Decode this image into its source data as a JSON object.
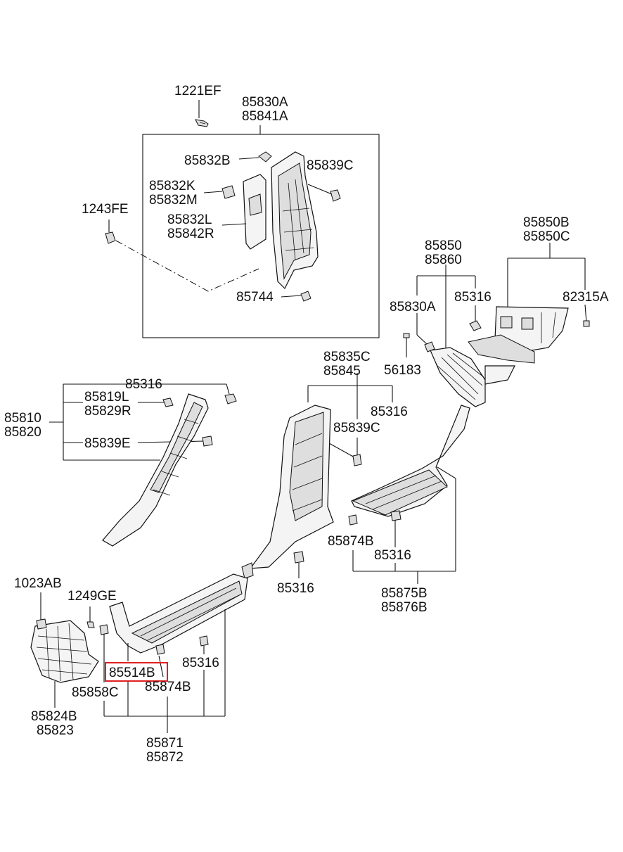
{
  "labels": {
    "l1221EF": "1221EF",
    "l85830A_top": "85830A",
    "l85841A": "85841A",
    "l85832B": "85832B",
    "l85839C_top": "85839C",
    "l85832K": "85832K",
    "l85832M": "85832M",
    "l1243FE": "1243FE",
    "l85832L": "85832L",
    "l85842R": "85842R",
    "l85744": "85744",
    "l85850B": "85850B",
    "l85850C": "85850C",
    "l85850": "85850",
    "l85860": "85860",
    "l85830A_mid": "85830A",
    "l85316_a": "85316",
    "l82315A": "82315A",
    "l56183": "56183",
    "l85835C": "85835C",
    "l85845": "85845",
    "l85316_b": "85316",
    "l85819L": "85819L",
    "l85829R": "85829R",
    "l85810": "85810",
    "l85820": "85820",
    "l85316_c": "85316",
    "l85839C_mid": "85839C",
    "l85839E": "85839E",
    "l85874B_a": "85874B",
    "l85316_d": "85316",
    "l85316_e": "85316",
    "l85875B": "85875B",
    "l85876B": "85876B",
    "l1023AB": "1023AB",
    "l1249GE": "1249GE",
    "l85514B": "85514B",
    "l85316_f": "85316",
    "l85858C": "85858C",
    "l85874B_b": "85874B",
    "l85824B": "85824B",
    "l85823": "85823",
    "l85871": "85871",
    "l85872": "85872"
  },
  "highlight_color": "#e02020",
  "line_color": "#111111"
}
